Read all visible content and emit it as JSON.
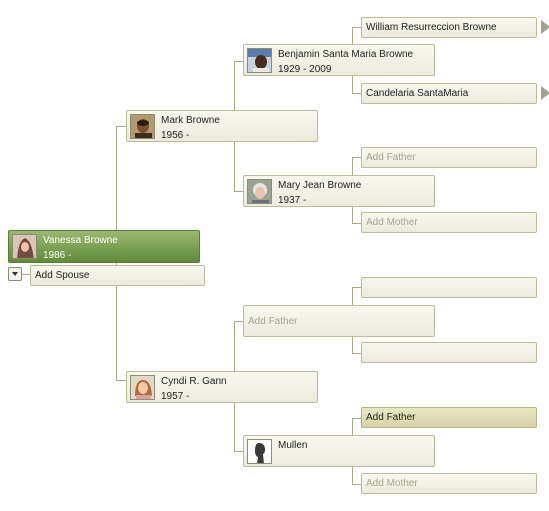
{
  "root": {
    "name": "Vanessa Browne",
    "years": "1986 -"
  },
  "add_spouse_label": "Add Spouse",
  "father": {
    "name": "Mark Browne",
    "years": "1956 -"
  },
  "mother": {
    "name": "Cyndi R. Gann",
    "years": "1957 -"
  },
  "paternal_grandfather": {
    "name": "Benjamin Santa Maria Browne",
    "years": "1929 - 2009"
  },
  "paternal_grandmother": {
    "name": "Mary Jean Browne",
    "years": "1937 -"
  },
  "maternal_grandfather_placeholder": "Add Father",
  "maternal_grandmother": {
    "name": "Mullen",
    "years": ""
  },
  "great_grandparents": {
    "pgf_father": "William Resurreccion Browne",
    "pgf_mother": "Candelaria SantaMaria",
    "pgm_father": "Add Father",
    "pgm_mother": "Add Mother",
    "mgf_father": "",
    "mgf_mother": "",
    "mgm_father": "Add Father",
    "mgm_mother": "Add Mother"
  },
  "icons": {
    "expand": "triangle-right-icon",
    "dropdown": "chevron-down-icon",
    "silhouette": "person-silhouette-icon"
  },
  "colors": {
    "selected_green": "#6f9a47",
    "box_fill": "#f2f1e4",
    "line": "#a9a98a"
  }
}
